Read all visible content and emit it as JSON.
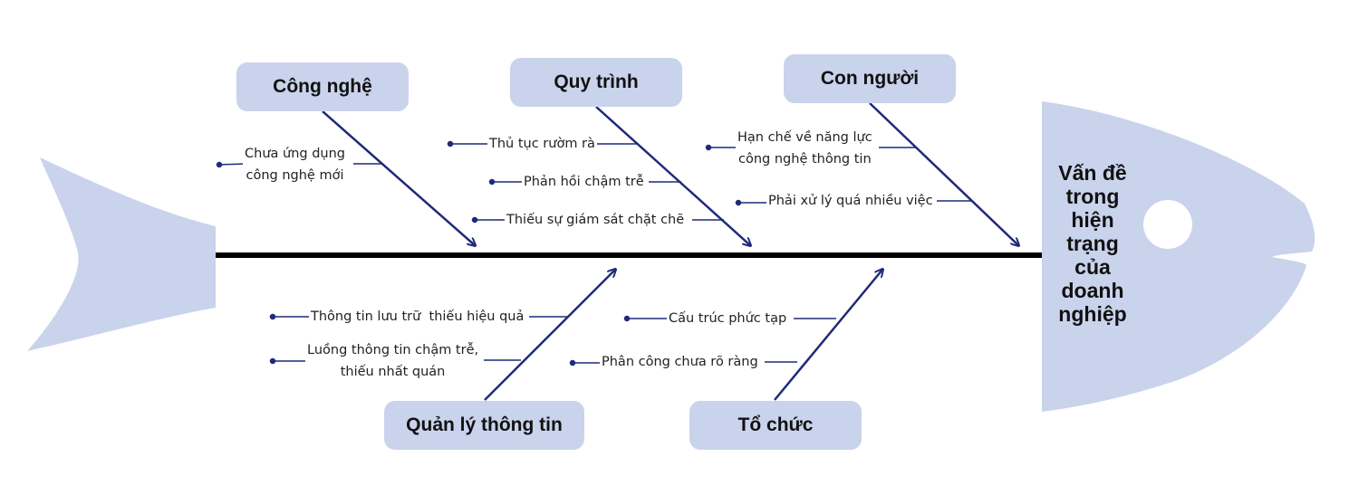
{
  "problem": {
    "lines": [
      "Vấn đề",
      "trong",
      "hiện",
      "trạng",
      "của",
      "doanh",
      "nghiệp"
    ]
  },
  "categories": {
    "cong_nghe": "Công nghệ",
    "quy_trinh": "Quy trình",
    "con_nguoi": "Con người",
    "quan_ly_thong_tin": "Quản lý thông tin",
    "to_chuc": "Tổ chức"
  },
  "causes": {
    "cong_nghe": [
      "Chưa ứng dụng\ncông nghệ mới"
    ],
    "quy_trinh": [
      "Thủ tục rườm rà",
      "Phản hồi chậm trễ",
      "Thiếu sự giám sát chặt chẽ"
    ],
    "con_nguoi": [
      "Hạn chế về năng lực\ncông nghệ thông tin",
      "Phải xử lý quá nhiều việc"
    ],
    "quan_ly_thong_tin": [
      "Thông tin lưu trữ  thiếu hiệu quả",
      "Luồng thông tin chậm trễ,\nthiếu nhất quán"
    ],
    "to_chuc": [
      "Cấu trúc phức tạp",
      "Phân công chưa rõ ràng"
    ]
  },
  "colors": {
    "fish_body": "#c9d3ec",
    "category_box": "#c9d3ec",
    "arrow": "#1f2a78",
    "spine": "#000000"
  }
}
